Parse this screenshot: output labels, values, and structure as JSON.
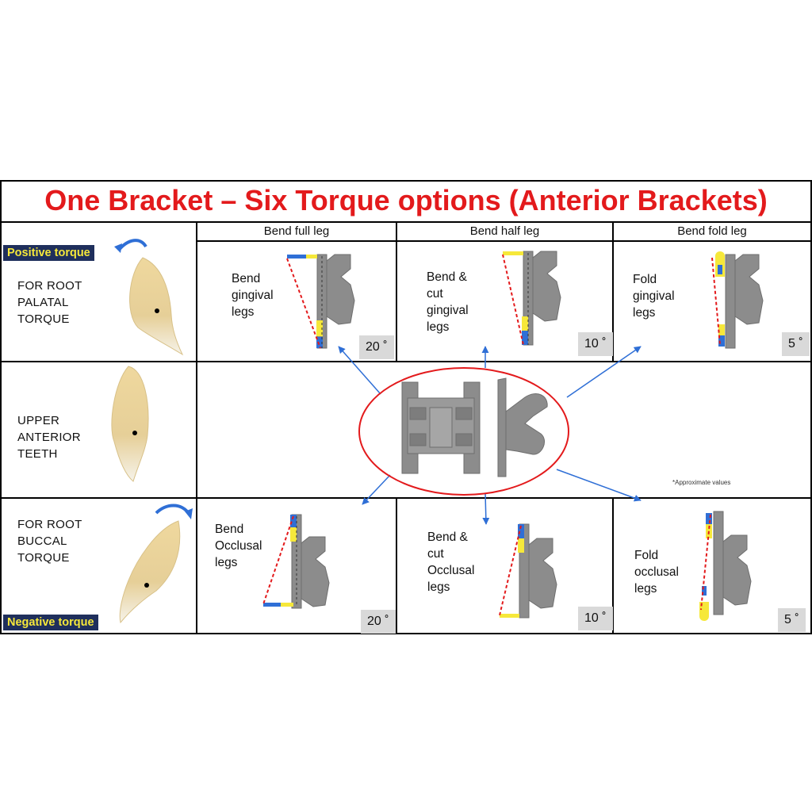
{
  "title": "One Bracket – Six Torque options (Anterior Brackets)",
  "columns": [
    "Bend full leg",
    "Bend half leg",
    "Bend fold leg"
  ],
  "rows": {
    "positive": {
      "tag": "Positive torque",
      "label": "FOR ROOT\nPALATAL\nTORQUE"
    },
    "neutral": {
      "label": "UPPER\nANTERIOR\nTEETH"
    },
    "negative": {
      "tag": "Negative torque",
      "label": "FOR ROOT\nBUCCAL\nTORQUE"
    }
  },
  "cells": {
    "top": [
      {
        "text": "Bend\ngingival\nlegs",
        "angle": "20 ˚"
      },
      {
        "text": "Bend &\ncut\ngingival\nlegs",
        "angle": "10 ˚"
      },
      {
        "text": "Fold\ngingival\nlegs",
        "angle": "5 ˚"
      }
    ],
    "bottom": [
      {
        "text": "Bend\nOcclusal\nlegs",
        "angle": "20 ˚"
      },
      {
        "text": "Bend &\ncut\nOcclusal\nlegs",
        "angle": "10 ˚"
      },
      {
        "text": "Fold\nocclusal\nlegs",
        "angle": "5 ˚"
      }
    ]
  },
  "note": "*Approximate values",
  "colors": {
    "title": "#e31a1c",
    "tag_bg": "#1f2f5c",
    "tag_text": "#f6e83a",
    "arrow": "#2f6fd6",
    "ellipse": "#e31a1c",
    "bracket": "#8c8c8c"
  }
}
